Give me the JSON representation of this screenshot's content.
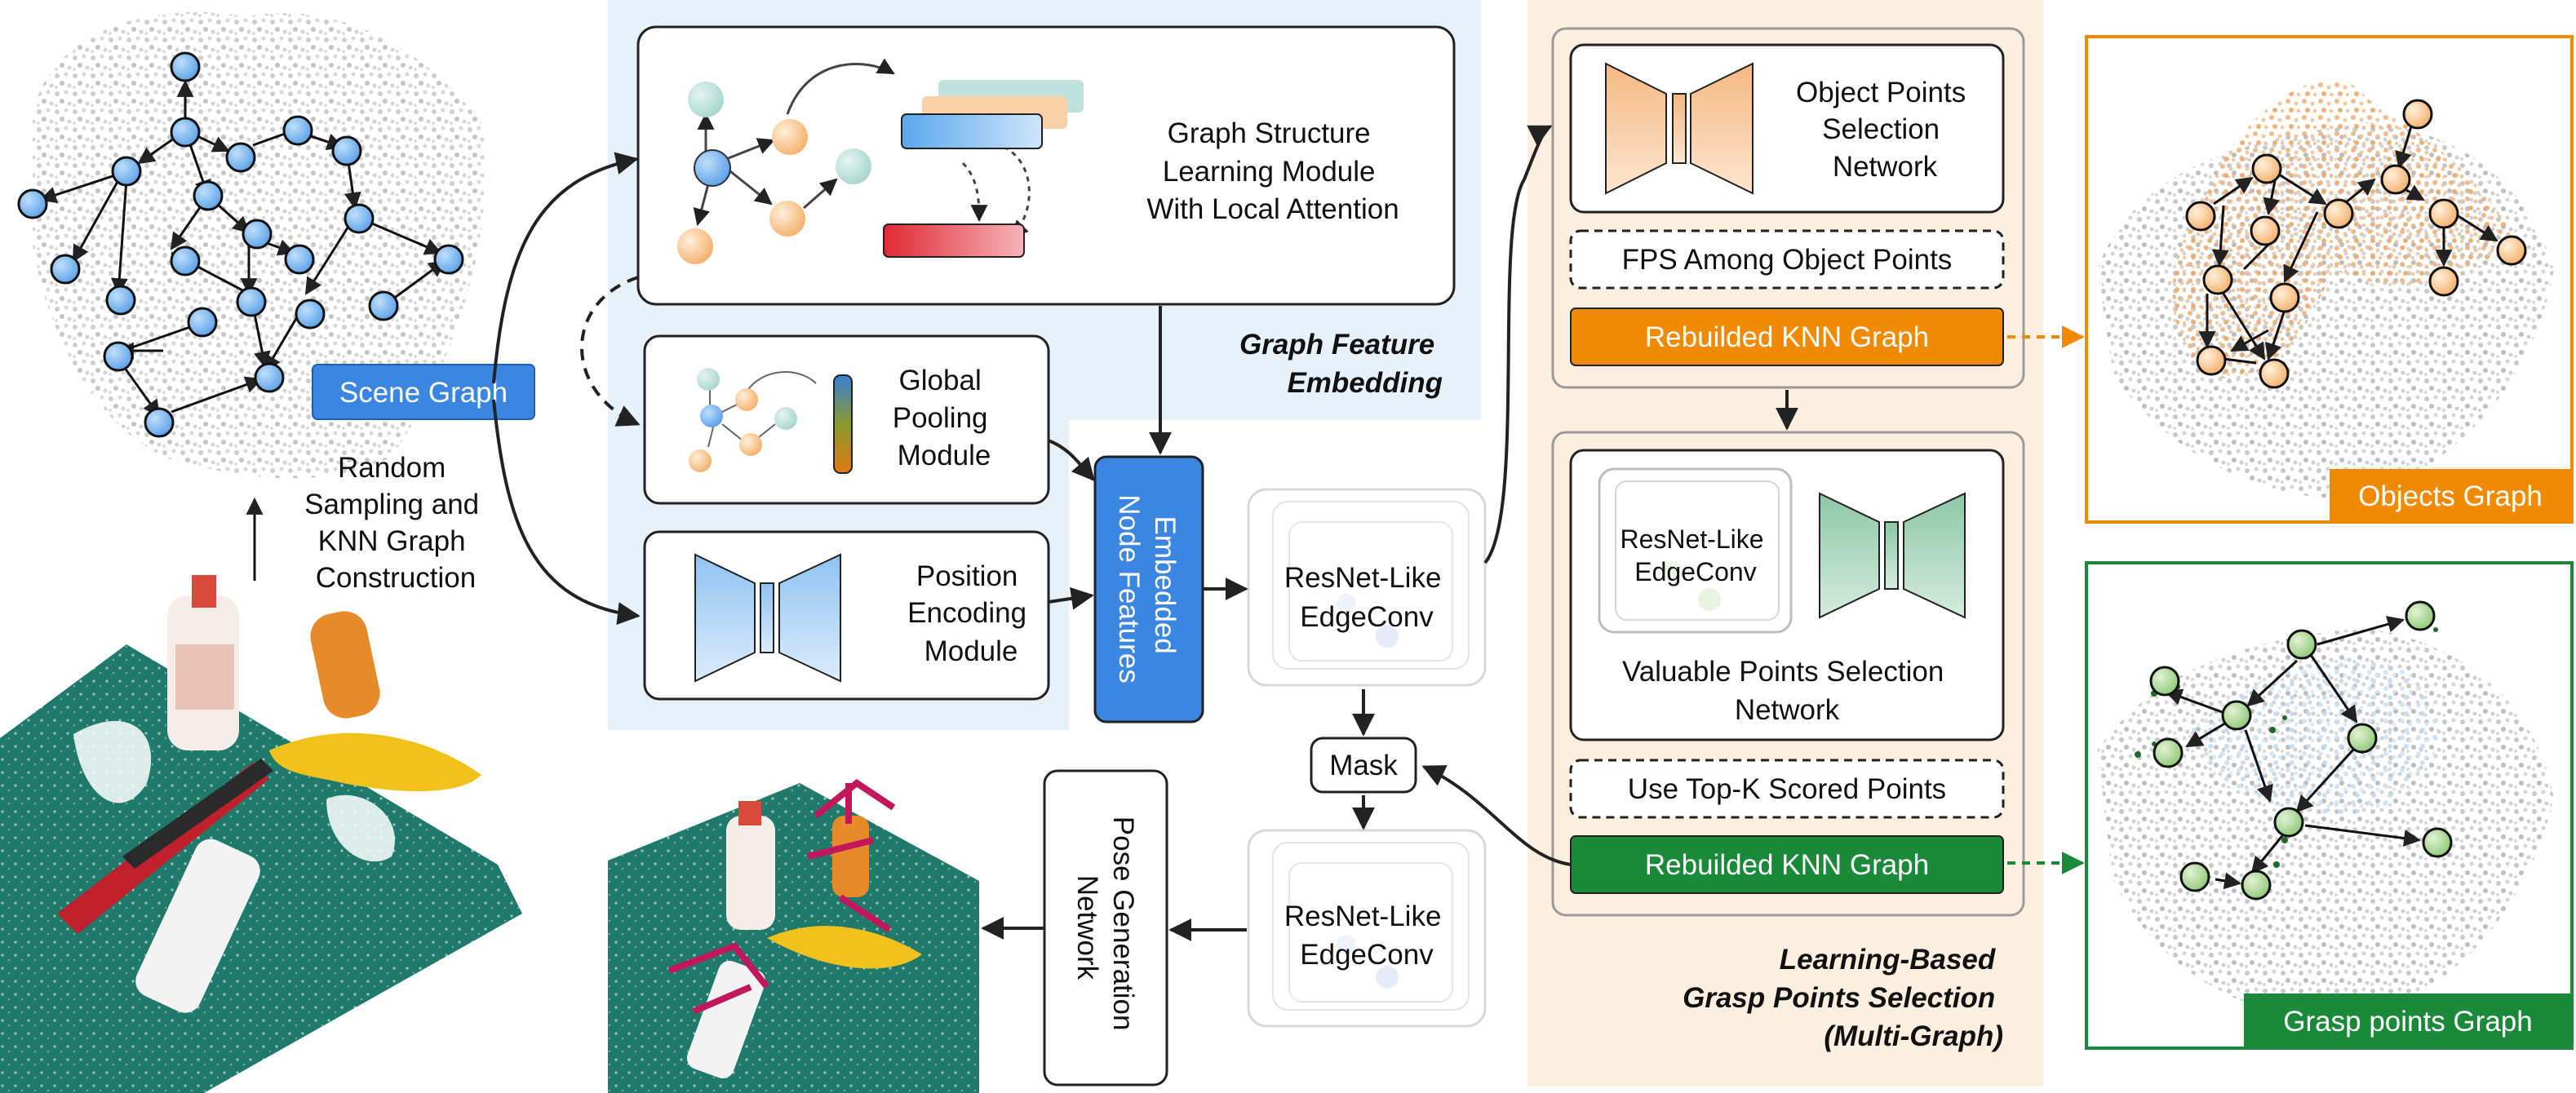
{
  "nodes": {
    "scene_graph": "Scene Graph",
    "random_sampling": [
      "Random",
      "Sampling and",
      "KNN Graph",
      "Construction"
    ],
    "graph_structure": [
      "Graph Structure",
      "Learning Module",
      "With Local Attention"
    ],
    "global_pooling": [
      "Global",
      "Pooling",
      "Module"
    ],
    "position_encoding": [
      "Position",
      "Encoding",
      "Module"
    ],
    "embedded_node_features": [
      "Embedded",
      "Node Features"
    ],
    "resnet_edgeconv_top": [
      "ResNet-Like",
      "EdgeConv"
    ],
    "resnet_edgeconv_bottom": [
      "ResNet-Like",
      "EdgeConv"
    ],
    "mask": "Mask",
    "pose_generation": [
      "Pose Generation",
      "Network"
    ],
    "object_points_selection": [
      "Object Points",
      "Selection",
      "Network"
    ],
    "fps_among_object_points": "FPS Among Object Points",
    "rebuilded_knn_orange": "Rebuilded KNN Graph",
    "resnet_edgeconv_inner": [
      "ResNet-Like",
      "EdgeConv"
    ],
    "valuable_points_selection": [
      "Valuable Points Selection",
      "Network"
    ],
    "use_top_k": "Use Top-K Scored Points",
    "rebuilded_knn_green": "Rebuilded KNN Graph"
  },
  "sections": {
    "graph_feature_embedding": [
      "Graph Feature",
      "Embedding"
    ],
    "learning_based": [
      "Learning-Based",
      "Grasp Points Selection",
      "(Multi-Graph)"
    ]
  },
  "panels": {
    "objects_graph": "Objects Graph",
    "grasp_points_graph": "Grasp points Graph"
  },
  "colors": {
    "blue_accent": "#3b86e0",
    "orange_accent": "#f08a00",
    "green_accent": "#1a8a3a",
    "blue_bg": "#e6f1fa",
    "orange_bg": "#fcefdf"
  }
}
